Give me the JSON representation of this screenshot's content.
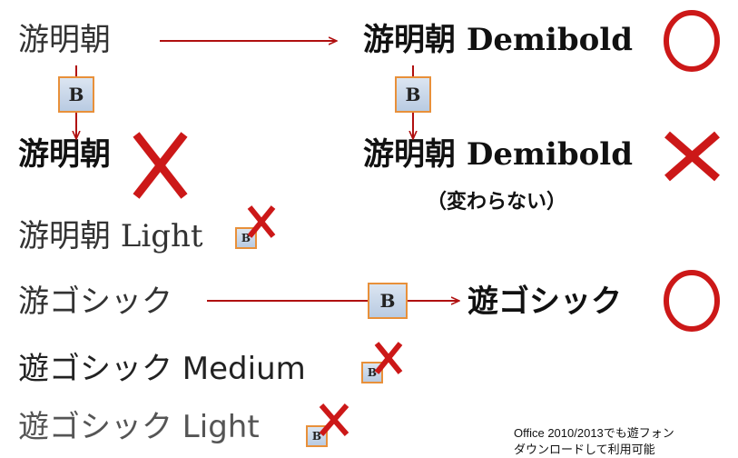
{
  "rows": {
    "mincho": "游明朝",
    "mincho_demibold_top": "游明朝 Demibold",
    "mincho_bold": "游明朝",
    "mincho_demibold_bold": "游明朝 Demibold",
    "mincho_demibold_note": "（変わらない）",
    "mincho_light": "游明朝 Light",
    "gothic": "游ゴシック",
    "gothic_bold_prefix": "遊",
    "gothic_bold_rest": "ゴシック",
    "gothic_medium": "遊ゴシック Medium",
    "gothic_light": "遊ゴシック Light"
  },
  "bold_button_label": "B",
  "footnote": {
    "line1": "Office 2010/2013でも遊フォン",
    "line2": "ダウンロードして利用可能"
  },
  "colors": {
    "arrow": "#b01010",
    "mark": "#cc1818",
    "button_border": "#e8903a"
  }
}
